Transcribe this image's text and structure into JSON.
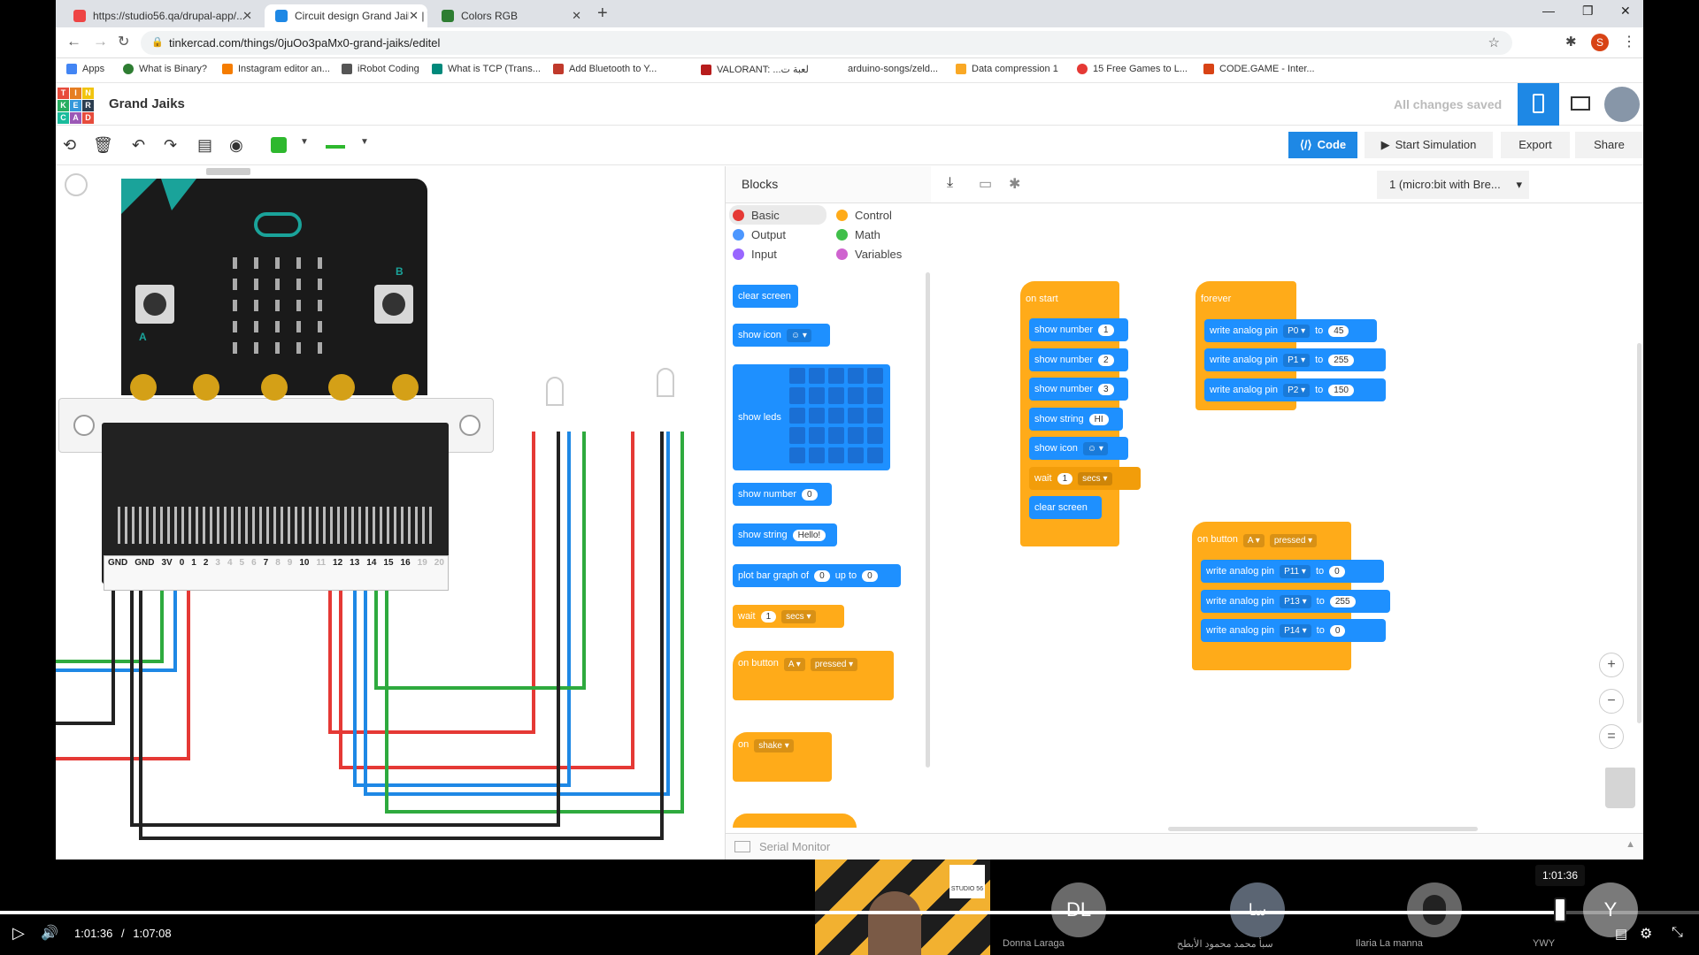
{
  "browser": {
    "tabs": [
      {
        "title": "https://studio56.qa/drupal-app/...",
        "color": "#e44"
      },
      {
        "title": "Circuit design Grand Jaiks | Tinke",
        "color": "#1e88e5"
      },
      {
        "title": "Colors RGB",
        "color": "#2e7d32"
      }
    ],
    "new_tab": "+",
    "url": "tinkercad.com/things/0juOo3paMx0-grand-jaiks/editel",
    "profile": "S",
    "bookmarks": [
      {
        "label": "Apps",
        "color": "#4285f4"
      },
      {
        "label": "What is Binary?",
        "color": "#2e7d32"
      },
      {
        "label": "Instagram editor an...",
        "color": "#f57c00"
      },
      {
        "label": "iRobot Coding",
        "color": "#555"
      },
      {
        "label": "What is TCP (Trans...",
        "color": "#00897b"
      },
      {
        "label": "Add Bluetooth to Y...",
        "color": "#c0392b"
      },
      {
        "label": "VALORANT: ...لعبة ت",
        "color": "#b71c1c"
      },
      {
        "label": "arduino-songs/zeld...",
        "color": "#333"
      },
      {
        "label": "Data compression 1",
        "color": "#f9a825"
      },
      {
        "label": "15 Free Games to L...",
        "color": "#e53935"
      },
      {
        "label": "CODE.GAME - Inter...",
        "color": "#d84315"
      }
    ]
  },
  "tinkercad": {
    "logo": [
      "T",
      "I",
      "N",
      "K",
      "E",
      "R",
      "C",
      "A",
      "D"
    ],
    "logo_colors": [
      "#e74c3c",
      "#e67e22",
      "#f1c40f",
      "#27ae60",
      "#3498db",
      "#2c3e50",
      "#1abc9c",
      "#9b59b6",
      "#e74c3c"
    ],
    "project_title": "Grand Jaiks",
    "save_status": "All changes saved",
    "buttons": {
      "code": "Code",
      "start_sim": "Start Simulation",
      "export": "Export",
      "share": "Share"
    },
    "device_select": "1 (micro:bit with Bre..."
  },
  "microbit": {
    "pins": [
      "GND",
      "GND",
      "3V",
      "0",
      "1",
      "2",
      "3",
      "4",
      "5",
      "6",
      "7",
      "8",
      "9",
      "10",
      "11",
      "12",
      "13",
      "14",
      "15",
      "16",
      "19",
      "20"
    ],
    "buttons": [
      "A",
      "B"
    ]
  },
  "blocks_panel": {
    "title": "Blocks",
    "categories": [
      {
        "label": "Basic",
        "color": "#1e90ff",
        "dot": "#e53935"
      },
      {
        "label": "Control",
        "color": "#ffab19",
        "dot": "#ffab19"
      },
      {
        "label": "Output",
        "color": "#1e90ff",
        "dot": "#4c97ff"
      },
      {
        "label": "Math",
        "color": "#40bf4a",
        "dot": "#40bf4a"
      },
      {
        "label": "Input",
        "color": "#9966ff",
        "dot": "#9966ff"
      },
      {
        "label": "Variables",
        "color": "#cf63cf",
        "dot": "#cf63cf"
      }
    ],
    "palette": {
      "clear_screen": "clear screen",
      "show_icon": "show icon",
      "show_leds": "show leds",
      "show_number": "show number",
      "show_number_val": "0",
      "show_string": "show string",
      "show_string_val": "Hello!",
      "plot_bar": "plot bar graph of",
      "plot_bar_val": "0",
      "up_to": "up to",
      "up_to_val": "0",
      "wait": "wait",
      "wait_val": "1",
      "secs": "secs",
      "on_button": "on button",
      "button_a": "A",
      "pressed": "pressed",
      "on": "on",
      "shake": "shake"
    }
  },
  "workspace": {
    "on_start": {
      "label": "on start",
      "show_number": "show number",
      "numbers": [
        "1",
        "2",
        "3"
      ],
      "show_string": "show string",
      "string_val": "HI",
      "show_icon": "show icon",
      "wait": "wait",
      "wait_val": "1",
      "secs": "secs",
      "clear_screen": "clear screen"
    },
    "forever": {
      "label": "forever",
      "write": "write analog pin",
      "to": "to",
      "pins": [
        "P0",
        "P1",
        "P2"
      ],
      "values": [
        "45",
        "255",
        "150"
      ]
    },
    "on_button": {
      "label": "on button",
      "button": "A",
      "event": "pressed",
      "write": "write analog pin",
      "to": "to",
      "pins": [
        "P11",
        "P13",
        "P14"
      ],
      "values": [
        "0",
        "255",
        "0"
      ]
    },
    "serial_monitor": "Serial Monitor"
  },
  "video": {
    "current_time": "1:01:36",
    "duration": "1:07:08",
    "separator": "/",
    "tooltip": "1:01:36",
    "progress": 0.918,
    "logo_label": "STUDIO 56",
    "participants": [
      {
        "initials": "DL",
        "name": "Donna Laraga",
        "color": "#6a6a6a"
      },
      {
        "initials": "سا",
        "name": "سبأ محمد محمود الأبطح",
        "color": "#5b6573"
      },
      {
        "initials": "",
        "name": "Ilaria La manna",
        "color": "#666"
      },
      {
        "initials": "Y",
        "name": "YWY",
        "color": "#7a7a7a"
      }
    ]
  }
}
